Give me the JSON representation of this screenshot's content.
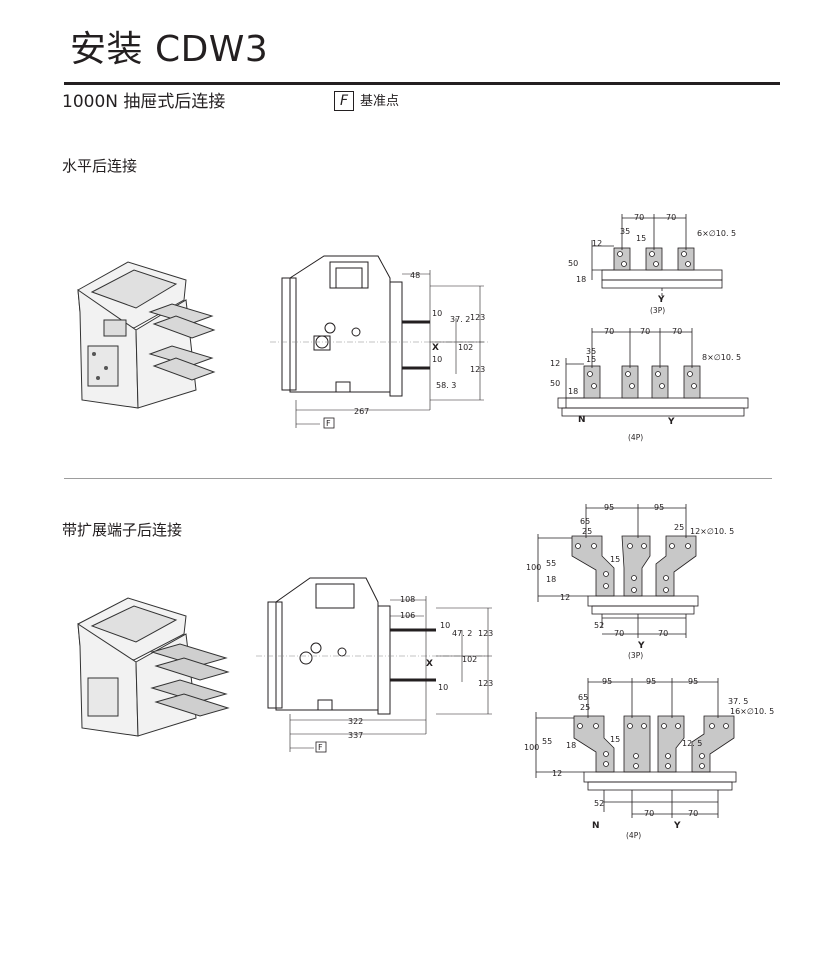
{
  "page": {
    "title": "安装 CDW3",
    "subtitle": "1000N 抽屉式后连接",
    "reference": {
      "symbol": "F",
      "label": "基准点"
    }
  },
  "section1": {
    "heading": "水平后连接",
    "side": {
      "d48": "48",
      "d10a": "10",
      "d37": "37. 2",
      "d123a": "123",
      "dX": "X",
      "d102": "102",
      "d10b": "10",
      "d123b": "123",
      "d58": "58. 3",
      "d267": "267",
      "ref": "F"
    },
    "top3p": {
      "d70a": "70",
      "d70b": "70",
      "d35": "35",
      "d15": "15",
      "holes": "6×∅10. 5",
      "d12": "12",
      "d50": "50",
      "d18": "18",
      "axis": "Y",
      "caption": "(3P)"
    },
    "top4p": {
      "d70a": "70",
      "d70b": "70",
      "d70c": "70",
      "d35": "35",
      "d15": "15",
      "holes": "8×∅10. 5",
      "d12": "12",
      "d50": "50",
      "d18": "18",
      "neutral": "N",
      "axis": "Y",
      "caption": "(4P)"
    }
  },
  "section2": {
    "heading": "带扩展端子后连接",
    "side": {
      "d108": "108",
      "d106": "106",
      "d10a": "10",
      "d47": "47. 2",
      "d123a": "123",
      "dX": "X",
      "d102": "102",
      "d10b": "10",
      "d123b": "123",
      "d322": "322",
      "d337": "337",
      "ref": "F"
    },
    "top3p": {
      "d95a": "95",
      "d95b": "95",
      "d65": "65",
      "d25a": "25",
      "d25b": "25",
      "holes": "12×∅10. 5",
      "d15": "15",
      "d100": "100",
      "d55": "55",
      "d18": "18",
      "d12": "12",
      "d52": "52",
      "d70a": "70",
      "d70b": "70",
      "axis": "Y",
      "caption": "(3P)"
    },
    "top4p": {
      "d95a": "95",
      "d95b": "95",
      "d95c": "95",
      "d65": "65",
      "d25": "25",
      "d37": "37. 5",
      "holes": "16×∅10. 5",
      "d12_5": "12. 5",
      "d15": "15",
      "d100": "100",
      "d55": "55",
      "d18": "18",
      "d12": "12",
      "d52": "52",
      "d70a": "70",
      "d70b": "70",
      "neutral": "N",
      "axis": "Y",
      "caption": "(4P)"
    }
  }
}
